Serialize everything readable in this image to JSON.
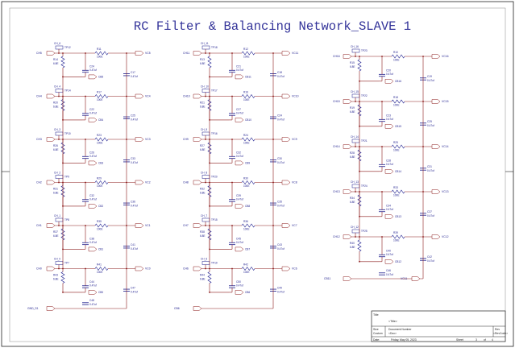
{
  "title": "RC Filter & Balancing Network_SLAVE 1",
  "colors": {
    "wire": "#8b1a1a",
    "part": "#1a1a8c",
    "label": "#1a1a8c",
    "title": "#333399",
    "frame": "#222222"
  },
  "r_value": "6.8E",
  "r_series_value": "100E",
  "c_value": "0.47uf",
  "columns": [
    {
      "stages": [
        {
          "ch": "CH_6",
          "tp": "TP12",
          "r_shunt": "R14",
          "r_series": "R11",
          "cap_top": "C24",
          "cap_bot": "C17",
          "cb": "CB5",
          "vc": "VC5",
          "chnode": "CH5"
        },
        {
          "ch": "CH_4",
          "tp": "TP14",
          "r_shunt": "R20",
          "r_series": "R17",
          "cap_top": "C22",
          "cap_bot": "C25",
          "cb": "CB4",
          "vc": "VC4",
          "chnode": "CH4"
        },
        {
          "ch": "CH_3",
          "tp": "TP10",
          "r_shunt": "R26",
          "r_series": "R23",
          "cap_top": "C26",
          "cap_bot": "C33",
          "cb": "CB3",
          "vc": "VC3",
          "chnode": "CH3"
        },
        {
          "ch": "CH_2",
          "tp": "TP9",
          "r_shunt": "R31",
          "r_series": "R29",
          "cap_top": "C32",
          "cap_bot": "C36",
          "cb": "CB2",
          "vc": "VC2",
          "chnode": "CH2"
        },
        {
          "ch": "CH_1",
          "tp": "TP8",
          "r_shunt": "R37",
          "r_series": "R35",
          "cap_top": "C38",
          "cap_bot": "C41",
          "cb": "CB1",
          "vc": "VC1",
          "chnode": "CH1"
        },
        {
          "ch": "CH_0",
          "tp": "TP7",
          "r_shunt": "R43",
          "r_series": "R41",
          "cap_top": "C44",
          "cap_bot": "C47",
          "cb": "CB0",
          "vc": "VC0",
          "chnode": "CH0"
        }
      ],
      "extra": {
        "cap": "C48",
        "gnd": "GND_S1"
      }
    },
    {
      "stages": [
        {
          "ch": "CH_11",
          "tp": "TP18",
          "r_shunt": "R13",
          "r_series": "R12",
          "cap_top": "C21",
          "cap_bot": "C18",
          "cb": "CB11",
          "vc": "VC11",
          "chnode": "CH11"
        },
        {
          "ch": "CH_10",
          "tp": "TP17",
          "r_shunt": "R21",
          "r_series": "R16",
          "cap_top": "C27",
          "cap_bot": "C24",
          "cb": "CB10",
          "vc": "VC10",
          "chnode": "CH10"
        },
        {
          "ch": "CH_9",
          "tp": "TP16",
          "r_shunt": "R27",
          "r_series": "R24",
          "cap_top": "C32",
          "cap_bot": "C30",
          "cb": "CB9",
          "vc": "VC9",
          "chnode": "CH9"
        },
        {
          "ch": "CH_8",
          "tp": "TP20",
          "r_shunt": "R32",
          "r_series": "R30",
          "cap_top": "C39",
          "cap_bot": "C35",
          "cb": "CB8",
          "vc": "VC8",
          "chnode": "CH8"
        },
        {
          "ch": "CH_7",
          "tp": "TP15",
          "r_shunt": "R38",
          "r_series": "R36",
          "cap_top": "C45",
          "cap_bot": "C43",
          "cb": "CB7",
          "vc": "VC7",
          "chnode": "CH7"
        },
        {
          "ch": "CH_6",
          "tp": "TP19",
          "r_shunt": "R44",
          "r_series": "R42",
          "cap_top": "C50",
          "cap_bot": "C49",
          "cb": "CB6",
          "vc": "VC6",
          "chnode": "CH6"
        }
      ],
      "extra": {
        "cap": "",
        "gnd": "CB6"
      }
    },
    {
      "stages": [
        {
          "ch": "CH_16",
          "tp": "TP23",
          "r_shunt": "R15",
          "r_series": "R10",
          "cap_top": "C20",
          "cap_bot": "C19",
          "cb": "CB16",
          "vc": "VC16",
          "chnode": "CH16"
        },
        {
          "ch": "CH_15",
          "tp": "TP22",
          "r_shunt": "R19",
          "r_series": "R18",
          "cap_top": "C23",
          "cap_bot": "C25",
          "cb": "CB15",
          "vc": "VC15",
          "chnode": "CH15"
        },
        {
          "ch": "CH_14",
          "tp": "TP21",
          "r_shunt": "R28",
          "r_series": "R25",
          "cap_top": "C28",
          "cap_bot": "C31",
          "cb": "CB14",
          "vc": "VC14",
          "chnode": "CH14"
        },
        {
          "ch": "CH_13",
          "tp": "TP24",
          "r_shunt": "R34",
          "r_series": "R33",
          "cap_top": "C34",
          "cap_bot": "C37",
          "cb": "CB13",
          "vc": "VC13",
          "chnode": "CH13"
        },
        {
          "ch": "CH_12",
          "tp": "TP25",
          "r_shunt": "R40",
          "r_series": "R39",
          "cap_top": "C40",
          "cap_bot": "C42",
          "cb": "CB12",
          "vc": "VC12",
          "chnode": "CH12"
        }
      ],
      "extra": {
        "cap": "C46",
        "gnd": "CB11",
        "vc": "VC11"
      }
    }
  ],
  "titleblock": {
    "title_label": "Title",
    "title_value": "<Title>",
    "size_label": "Size",
    "size_value": "Custom",
    "docnum_label": "Document Number",
    "docnum_value": "<Doc>",
    "rev_label": "Rev",
    "rev_value": "<RevCode>",
    "date_label": "Date:",
    "date_value": "Friday, May 05, 2023",
    "sheet_label": "Sheet",
    "sheet_num": "3",
    "of_label": "of",
    "sheet_total": "4"
  }
}
